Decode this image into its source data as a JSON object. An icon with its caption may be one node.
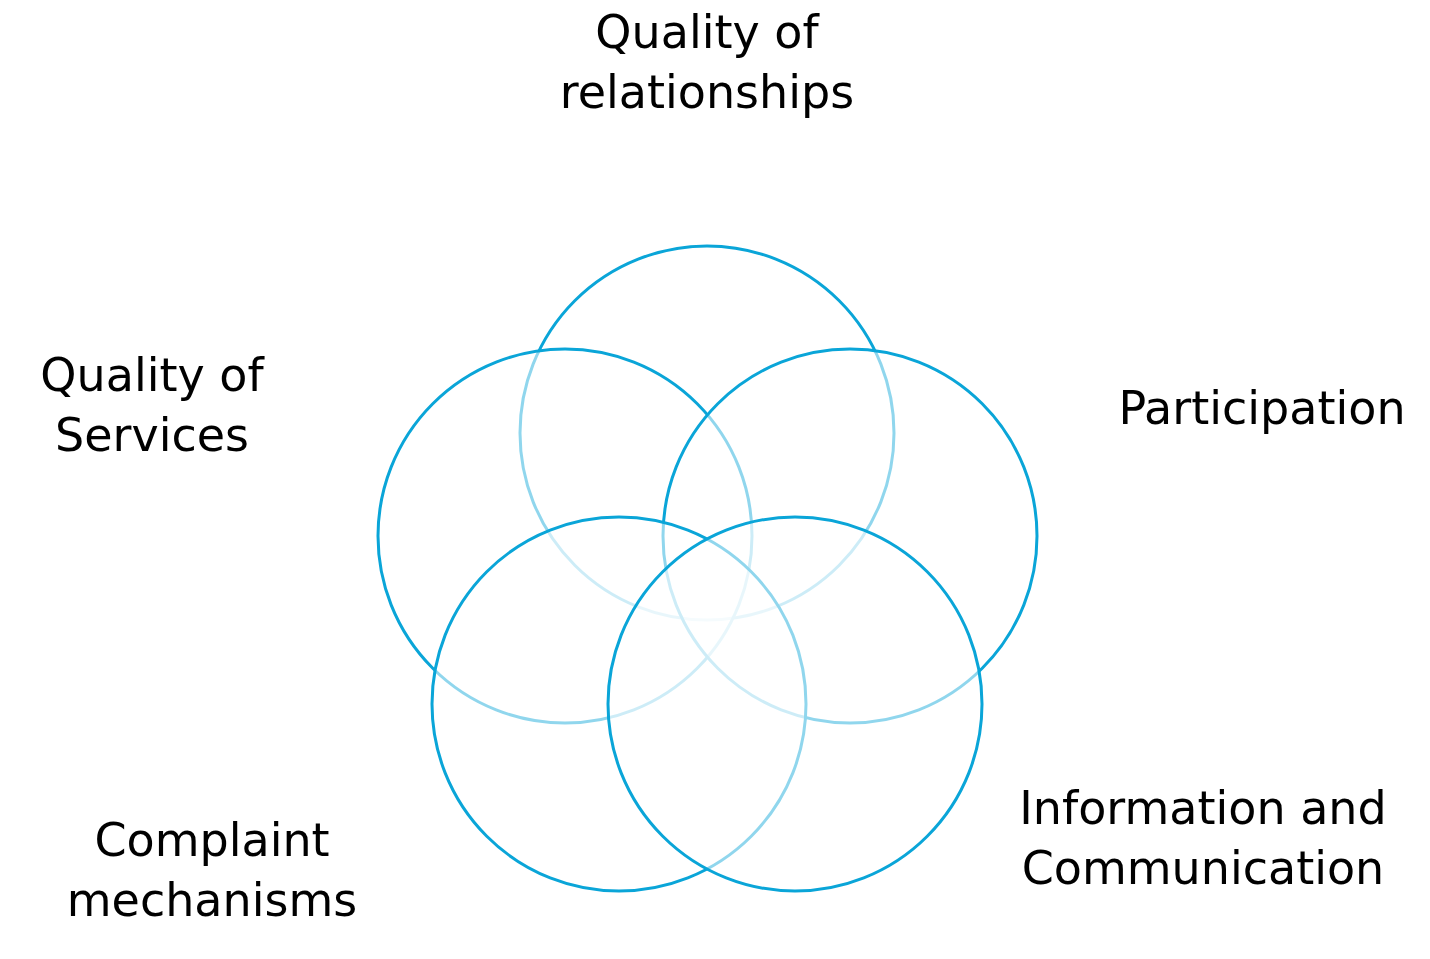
{
  "diagram": {
    "nodes": [
      {
        "text": [],
        "shape": "circle",
        "beside": [
          "Quality of relationships"
        ]
      },
      {
        "text": [],
        "shape": "circle",
        "beside": [
          "Quality of Services"
        ]
      },
      {
        "text": [],
        "shape": "circle",
        "beside": [
          "Participation"
        ]
      },
      {
        "text": [],
        "shape": "circle",
        "beside": [
          "Complaint mechanisms"
        ]
      },
      {
        "text": [],
        "shape": "circle",
        "beside": [
          "Information and Communication"
        ]
      }
    ]
  }
}
